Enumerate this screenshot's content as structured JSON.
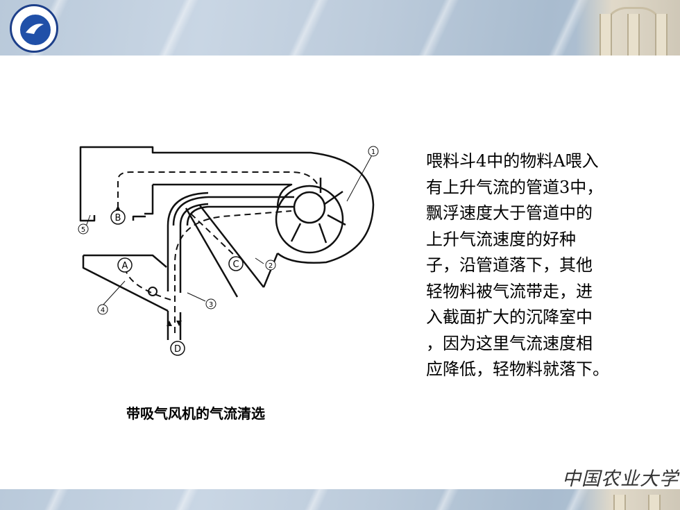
{
  "caption": "带吸气风机的气流清选",
  "description_lines": [
    "喂料斗4中的物料A喂入",
    "有上升气流的管道3中，",
    "飘浮速度大于管道中的",
    "上升气流速度的好种",
    "子，沿管道落下，其他",
    "轻物料被气流带走，进",
    "入截面扩大的沉降室中",
    "，因为这里气流速度相",
    "应降低，轻物料就落下。"
  ],
  "diagram": {
    "numbers": [
      "1",
      "2",
      "3",
      "4",
      "5"
    ],
    "letters": [
      "A",
      "B",
      "C",
      "D"
    ]
  },
  "footer": {
    "university_name": "中国农业大学"
  },
  "colors": {
    "band": "#bccbdb",
    "logo_blue": "#2050a8"
  }
}
